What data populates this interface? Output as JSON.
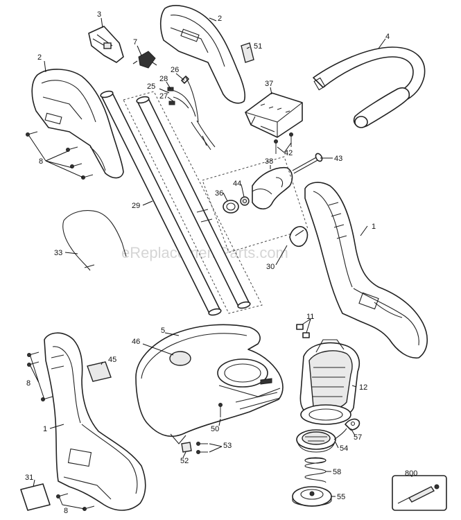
{
  "watermark": "eReplacementParts.com",
  "callouts": [
    {
      "id": "c3",
      "text": "3"
    },
    {
      "id": "c2a",
      "text": "2"
    },
    {
      "id": "c7",
      "text": "7"
    },
    {
      "id": "c51",
      "text": "51"
    },
    {
      "id": "c4",
      "text": "4"
    },
    {
      "id": "c2b",
      "text": "2"
    },
    {
      "id": "c26",
      "text": "26"
    },
    {
      "id": "c28",
      "text": "28"
    },
    {
      "id": "c25",
      "text": "25"
    },
    {
      "id": "c27",
      "text": "27"
    },
    {
      "id": "c37",
      "text": "37"
    },
    {
      "id": "c8a",
      "text": "8"
    },
    {
      "id": "c42",
      "text": "42"
    },
    {
      "id": "c43",
      "text": "43"
    },
    {
      "id": "c38",
      "text": "38"
    },
    {
      "id": "c36",
      "text": "36"
    },
    {
      "id": "c44",
      "text": "44"
    },
    {
      "id": "c29",
      "text": "29"
    },
    {
      "id": "c1a",
      "text": "1"
    },
    {
      "id": "c33",
      "text": "33"
    },
    {
      "id": "c30",
      "text": "30"
    },
    {
      "id": "c11",
      "text": "11"
    },
    {
      "id": "c46",
      "text": "46"
    },
    {
      "id": "c5",
      "text": "5"
    },
    {
      "id": "c45",
      "text": "45"
    },
    {
      "id": "c8b",
      "text": "8"
    },
    {
      "id": "c12",
      "text": "12"
    },
    {
      "id": "c1b",
      "text": "1"
    },
    {
      "id": "c50",
      "text": "50"
    },
    {
      "id": "c57",
      "text": "57"
    },
    {
      "id": "c53",
      "text": "53"
    },
    {
      "id": "c54",
      "text": "54"
    },
    {
      "id": "c52",
      "text": "52"
    },
    {
      "id": "c31",
      "text": "31"
    },
    {
      "id": "c58",
      "text": "58"
    },
    {
      "id": "c800",
      "text": "800"
    },
    {
      "id": "c8c",
      "text": "8"
    },
    {
      "id": "c55",
      "text": "55"
    }
  ]
}
